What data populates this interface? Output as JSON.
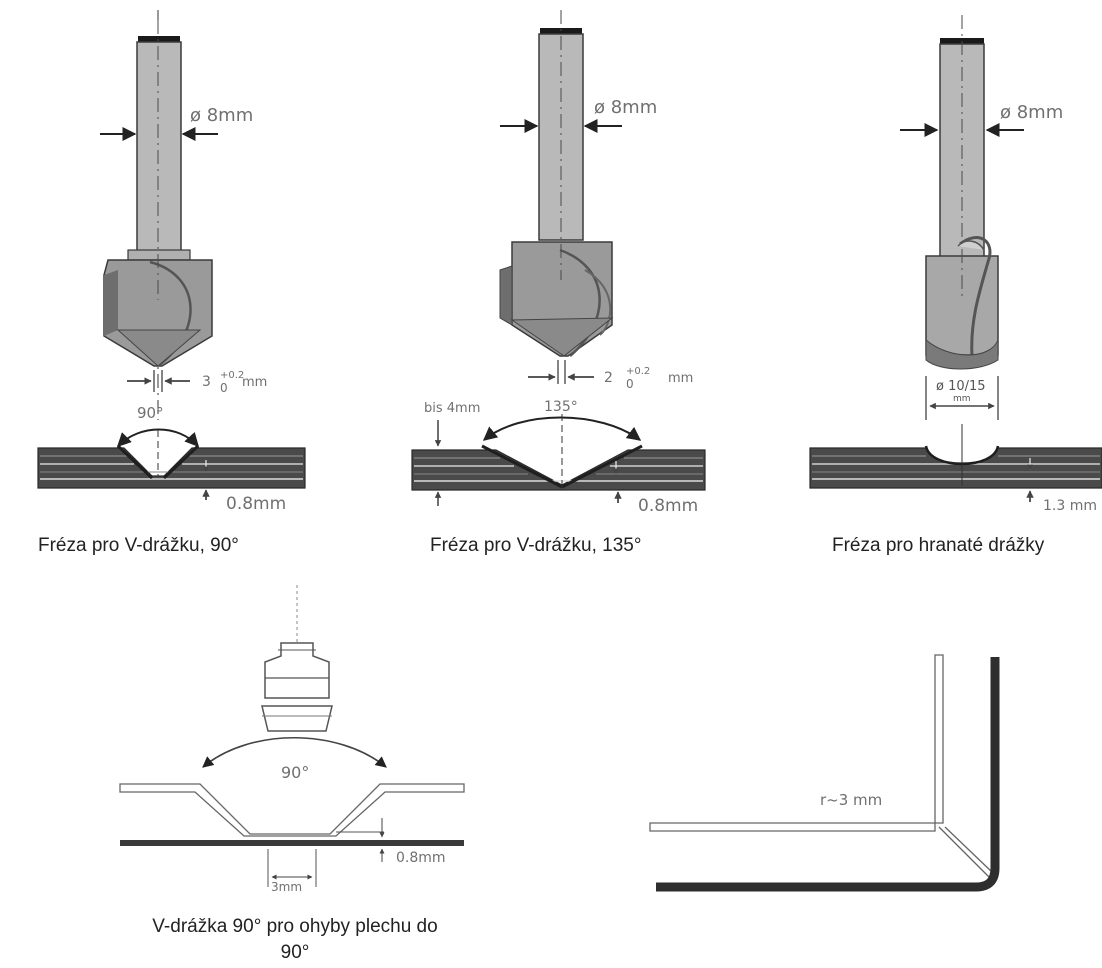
{
  "colors": {
    "tool_fill": "#b9b9b9",
    "tool_dark": "#7c7c7c",
    "outline": "#3a3a3a",
    "panel_fill": "#4a4a4a",
    "dim_text": "#707070"
  },
  "diagram_1": {
    "shank_dimension": "ø 8mm",
    "tip_width": "3",
    "tolerance_upper": "+0.2",
    "tolerance_lower": "0",
    "tolerance_unit": "mm",
    "angle": "90°",
    "bottom_thickness": "0.8mm",
    "caption": "Fréza pro V-drážku, 90°"
  },
  "diagram_2": {
    "shank_dimension": "ø 8mm",
    "tip_width": "2",
    "tolerance_upper": "+0.2",
    "tolerance_lower": "0",
    "tolerance_unit": "mm",
    "angle": "135°",
    "depth_note": "bis 4mm",
    "bottom_thickness": "0.8mm",
    "caption": "Fréza pro V-drážku, 135°"
  },
  "diagram_3": {
    "shank_dimension": "ø 8mm",
    "cutter_diameter": "ø 10/15",
    "cutter_unit": "mm",
    "bottom_thickness": "1.3 mm",
    "caption": "Fréza pro hranaté drážky"
  },
  "diagram_4": {
    "angle": "90°",
    "bottom_thickness": "0.8mm",
    "groove_width": "3mm",
    "caption": "V-drážka 90° pro ohyby plechu do 90°"
  },
  "diagram_5": {
    "radius_label": "r~3 mm"
  }
}
